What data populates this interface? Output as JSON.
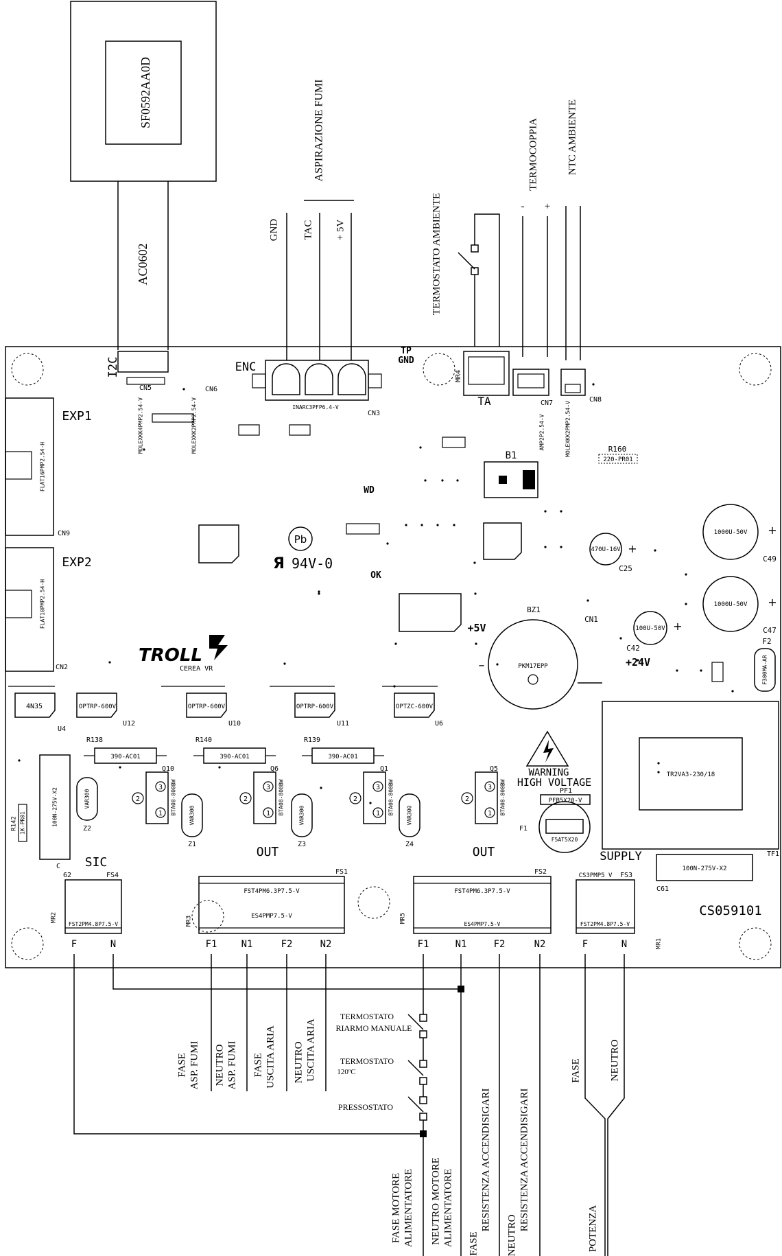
{
  "display_module": {
    "chip": "SF0592AA0D",
    "cable": "AC0602"
  },
  "header_labels": {
    "aspirazione_fumi": "ASPIRAZIONE FUMI",
    "gnd": "GND",
    "tac": "TAC",
    "plus5v": "+ 5V",
    "termostato_ambiente": "TERMOSTATO AMBIENTE",
    "termocoppia": "TERMOCOPPIA",
    "minus": "-",
    "plus": "+",
    "ntc_ambiente": "NTC AMBIENTE"
  },
  "board": {
    "i2c": "I2C",
    "cn5": "CN5",
    "cn6": "CN6",
    "enc": "ENC",
    "cn3": "CN3",
    "inarc": "INARC3PFP6.4-V",
    "tp": "TP",
    "gnd": "GND",
    "mr4": "MR4",
    "ta": "TA",
    "cn7": "CN7",
    "cn8": "CN8",
    "amp": "AMP2P2.54-V",
    "molex_cn8": "MOLEXKK2PMP2.54-V",
    "molex4": "MOLEXKK4PMP2.54-V",
    "molex2": "MOLEXKK2PMP2.54-V",
    "exp1": "EXP1",
    "exp2": "EXP2",
    "flat16": "FLAT16PMP2.54-H",
    "flat10": "FLAT10PMP2.54-H",
    "cn9": "CN9",
    "cn2": "CN2",
    "b1": "B1",
    "r160": "R160",
    "r160v": "220-PR01",
    "wd": "WD",
    "ok": "OK",
    "pb": "Pb",
    "ul": "94V-0",
    "plus5v": "+5V",
    "plus24v": "+24V",
    "c25v": "470U-16V",
    "c25": "C25",
    "c49v": "1000U-50V",
    "c49": "C49",
    "c47v": "1000U-50V",
    "c47": "C47",
    "c42v": "100U-50V",
    "c42": "C42",
    "cn1": "CN1",
    "f2": "F2",
    "f2v": "F300MA-AR",
    "bz1": "BZ1",
    "bz1v": "PKM17EPP",
    "troll": "TROLL",
    "cerea": "CEREA VR",
    "u4": "U4",
    "u4v": "4N35",
    "u12": "U12",
    "u10": "U10",
    "u11": "U11",
    "u6": "U6",
    "optrp": "OPTRP-600V",
    "optzc": "OPTZC-600V",
    "r138": "R138",
    "r140": "R140",
    "r139": "R139",
    "rval": "390-AC01",
    "q10": "Q10",
    "q6": "Q6",
    "q1": "Q1",
    "q5": "Q5",
    "bta": "BTA08-800BW",
    "var": "VAR300",
    "z1": "Z1",
    "z2": "Z2",
    "z3": "Z3",
    "z4": "Z4",
    "r142": "R142",
    "r142v": "1K-PR01",
    "c62v": "100N-275V-X2",
    "c": "C",
    "c62": "62",
    "warning": "WARNING",
    "high_voltage": "HIGH VOLTAGE",
    "pf1": "PF1",
    "pf1v": "PFB5X20-V",
    "f1": "F1",
    "f1v": "F5AT5X20",
    "tf1": "TF1",
    "tf1v": "TR2VA3-230/18",
    "supply": "SUPPLY",
    "c61v": "100N-275V-X2",
    "c61": "C61",
    "code": "CS059101",
    "sic": "SIC",
    "out": "OUT",
    "fs4": "FS4",
    "fs1": "FS1",
    "fs2": "FS2",
    "fs3": "FS3",
    "fst2": "FST2PM4.8P7.5-V",
    "fst4": "FST4PM6.3P7.5-V",
    "es4": "ES4PMP7.5-V",
    "cs3": "CS3PMP5 V",
    "mr1": "MR1",
    "mr2": "MR2",
    "mr3": "MR3",
    "mr5": "MR5",
    "pin_f": "F",
    "pin_n": "N",
    "pin_f1": "F1",
    "pin_n1": "N1",
    "pin_f2": "F2",
    "pin_n2": "N2",
    "pin1": "1",
    "pin2": "2",
    "pin3": "3"
  },
  "bottom_labels": {
    "fase_asp_1": "FASE",
    "fase_asp_2": "ASP. FUMI",
    "neutro_asp_1": "NEUTRO",
    "neutro_asp_2": "ASP. FUMI",
    "fase_usc_1": "FASE",
    "fase_usc_2": "USCITA ARIA",
    "neutro_usc_1": "NEUTRO",
    "neutro_usc_2": "USCITA ARIA",
    "termo_riarmo_1": "TERMOSTATO",
    "termo_riarmo_2": "RIARMO MANUALE",
    "termo_120_1": "TERMOSTATO",
    "termo_120_2": "120ºC",
    "pressostato": "PRESSOSTATO",
    "fase_mot_1": "FASE MOTORE",
    "fase_mot_2": "ALIMENTATORE",
    "neutro_mot_1": "NEUTRO MOTORE",
    "neutro_mot_2": "ALIMENTATORE",
    "fase_res_1": "FASE",
    "fase_res_2": "RESISTENZA ACCENDISIGARI",
    "neutro_res_1": "NEUTRO",
    "neutro_res_2": "RESISTENZA ACCENDISIGARI",
    "fase": "FASE",
    "neutro": "NEUTRO",
    "potenza": "POTENZA"
  }
}
